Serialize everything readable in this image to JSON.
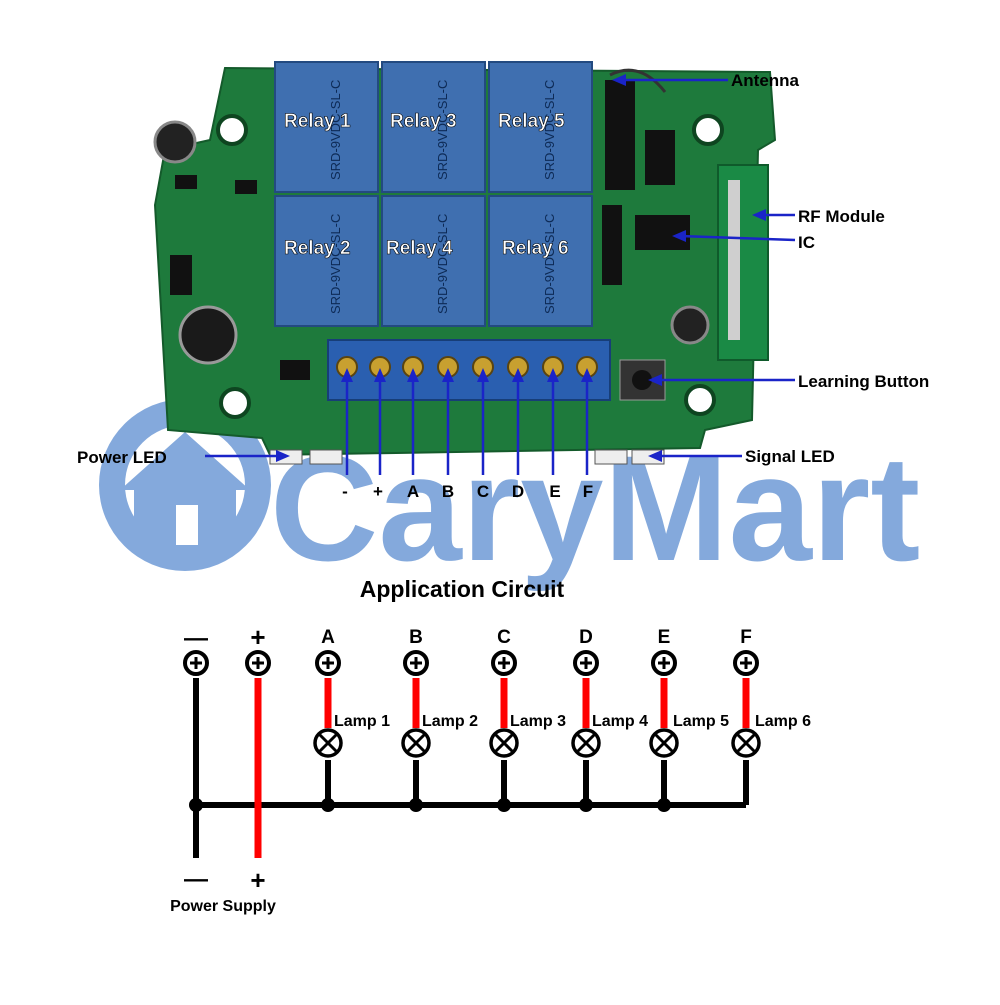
{
  "watermark": {
    "text": "CaryMart",
    "icon": "house-logo-icon",
    "color": "#6f9bd6"
  },
  "board": {
    "relays": [
      {
        "label": "Relay 1",
        "print": "SRD-9VDC-SL-C"
      },
      {
        "label": "Relay 3",
        "print": "SRD-9VDC-SL-C"
      },
      {
        "label": "Relay 5",
        "print": "SRD-9VDC-SL-C"
      },
      {
        "label": "Relay 2",
        "print": "SRD-9VDC-SL-C"
      },
      {
        "label": "Relay 4",
        "print": "SRD-9VDC-SL-C"
      },
      {
        "label": "Relay 6",
        "print": "SRD-9VDC-SL-C"
      }
    ],
    "callouts": {
      "antenna": "Antenna",
      "rf_module": "RF Module",
      "ic": "IC",
      "learning_button": "Learning Button",
      "signal_led": "Signal LED",
      "power_led": "Power LED"
    },
    "terminals": [
      "-",
      "+",
      "A",
      "B",
      "C",
      "D",
      "E",
      "F"
    ],
    "colors": {
      "pcb": "#1e7a3c",
      "relay": "#3f6fb0",
      "terminal": "#2a5fb0",
      "callout_line": "#1a24c8"
    }
  },
  "circuit": {
    "title": "Application Circuit",
    "supply_terminals": [
      "—",
      "+"
    ],
    "channels": [
      {
        "terminal": "A",
        "lamp": "Lamp 1"
      },
      {
        "terminal": "B",
        "lamp": "Lamp 2"
      },
      {
        "terminal": "C",
        "lamp": "Lamp 3"
      },
      {
        "terminal": "D",
        "lamp": "Lamp 4"
      },
      {
        "terminal": "E",
        "lamp": "Lamp 5"
      },
      {
        "terminal": "F",
        "lamp": "Lamp 6"
      }
    ],
    "supply": {
      "minus": "—",
      "plus": "+",
      "label": "Power Supply"
    },
    "colors": {
      "positive": "#ff0000",
      "negative": "#000000"
    }
  }
}
